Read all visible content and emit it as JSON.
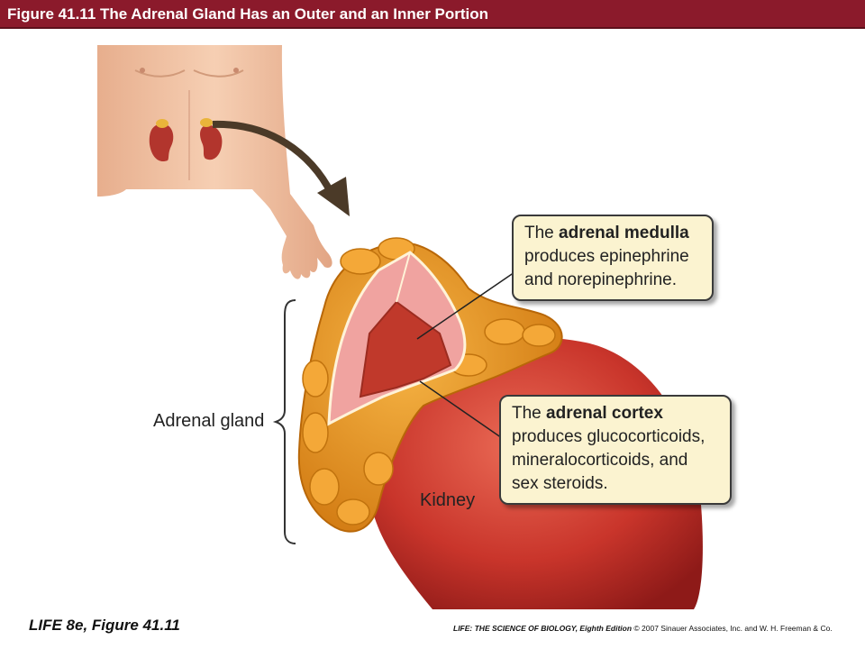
{
  "header": {
    "title": "Figure 41.11 The Adrenal Gland Has an Outer and an Inner Portion"
  },
  "callouts": {
    "medulla": {
      "prefix": "The ",
      "term": "adrenal medulla",
      "text": " produces epinephrine and norepinephrine."
    },
    "cortex": {
      "prefix": "The ",
      "term": "adrenal cortex",
      "text": " produces glucocorticoids, mineralocorticoids, and sex steroids."
    }
  },
  "labels": {
    "adrenal_gland": "Adrenal gland",
    "kidney": "Kidney"
  },
  "footer": {
    "left": "LIFE 8e, Figure 41.11",
    "right_book": "LIFE: THE SCIENCE OF BIOLOGY, Eighth Edition",
    "right_credit": " © 2007 Sinauer Associates, Inc. and W. H. Freeman & Co."
  },
  "colors": {
    "title_bar": "#8b1a2b",
    "callout_bg": "#fbf3d0",
    "kidney": "#c4322a",
    "gland": "#e8901a",
    "skin": "#f3c6a8"
  }
}
